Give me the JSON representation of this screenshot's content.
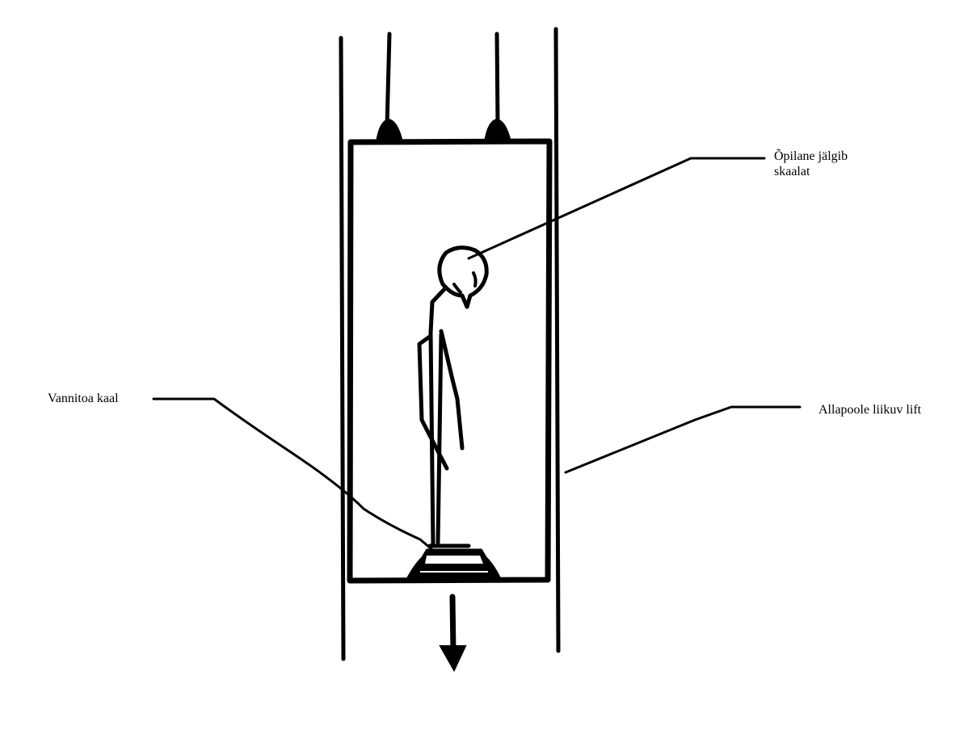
{
  "labels": {
    "student_line1": "Õpilane jälgib",
    "student_line2": "skaalat",
    "bathroom_scale": "Vannitoa kaal",
    "lift": "Allapoole liikuv lift"
  },
  "colors": {
    "ink": "#000000",
    "background": "#ffffff"
  }
}
